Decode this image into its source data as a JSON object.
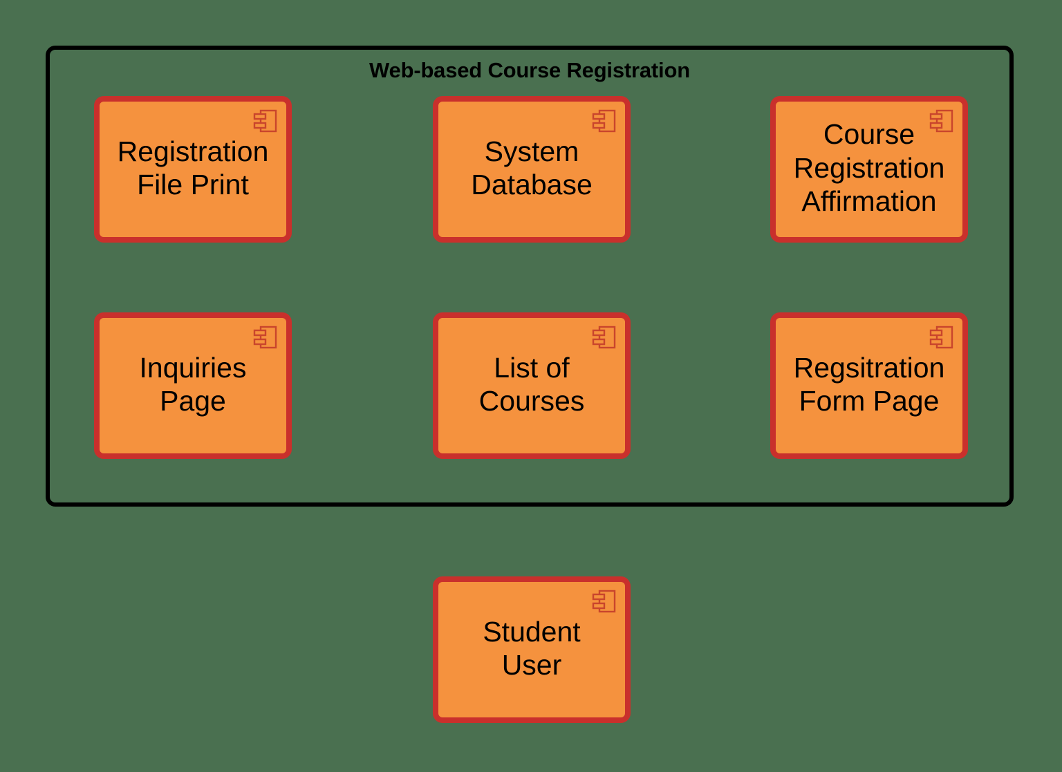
{
  "diagram": {
    "type": "uml-component-diagram",
    "background_color": "#4a7050",
    "boundary": {
      "title": "Web-based Course Registration",
      "border_color": "#000000"
    },
    "component_style": {
      "fill_color": "#f5923e",
      "border_color": "#c9302c",
      "text_color": "#000000",
      "icon_name": "uml-component-icon"
    },
    "components": [
      {
        "id": "registration-file-print",
        "label": "Registration\nFile Print",
        "icon": "uml-component-icon",
        "inside_boundary": true,
        "row": 1,
        "column": 1
      },
      {
        "id": "system-database",
        "label": "System\nDatabase",
        "icon": "uml-component-icon",
        "inside_boundary": true,
        "row": 1,
        "column": 2
      },
      {
        "id": "course-registration-affirmation",
        "label": "Course\nRegistration\nAffirmation",
        "icon": "uml-component-icon",
        "inside_boundary": true,
        "row": 1,
        "column": 3
      },
      {
        "id": "inquiries-page",
        "label": "Inquiries\nPage",
        "icon": "uml-component-icon",
        "inside_boundary": true,
        "row": 2,
        "column": 1
      },
      {
        "id": "list-of-courses",
        "label": "List of\nCourses",
        "icon": "uml-component-icon",
        "inside_boundary": true,
        "row": 2,
        "column": 2
      },
      {
        "id": "regsitration-form-page",
        "label": "Regsitration\nForm Page",
        "icon": "uml-component-icon",
        "inside_boundary": true,
        "row": 2,
        "column": 3
      },
      {
        "id": "student-user",
        "label": "Student\nUser",
        "icon": "uml-component-icon",
        "inside_boundary": false,
        "row": 3,
        "column": 2
      }
    ]
  }
}
